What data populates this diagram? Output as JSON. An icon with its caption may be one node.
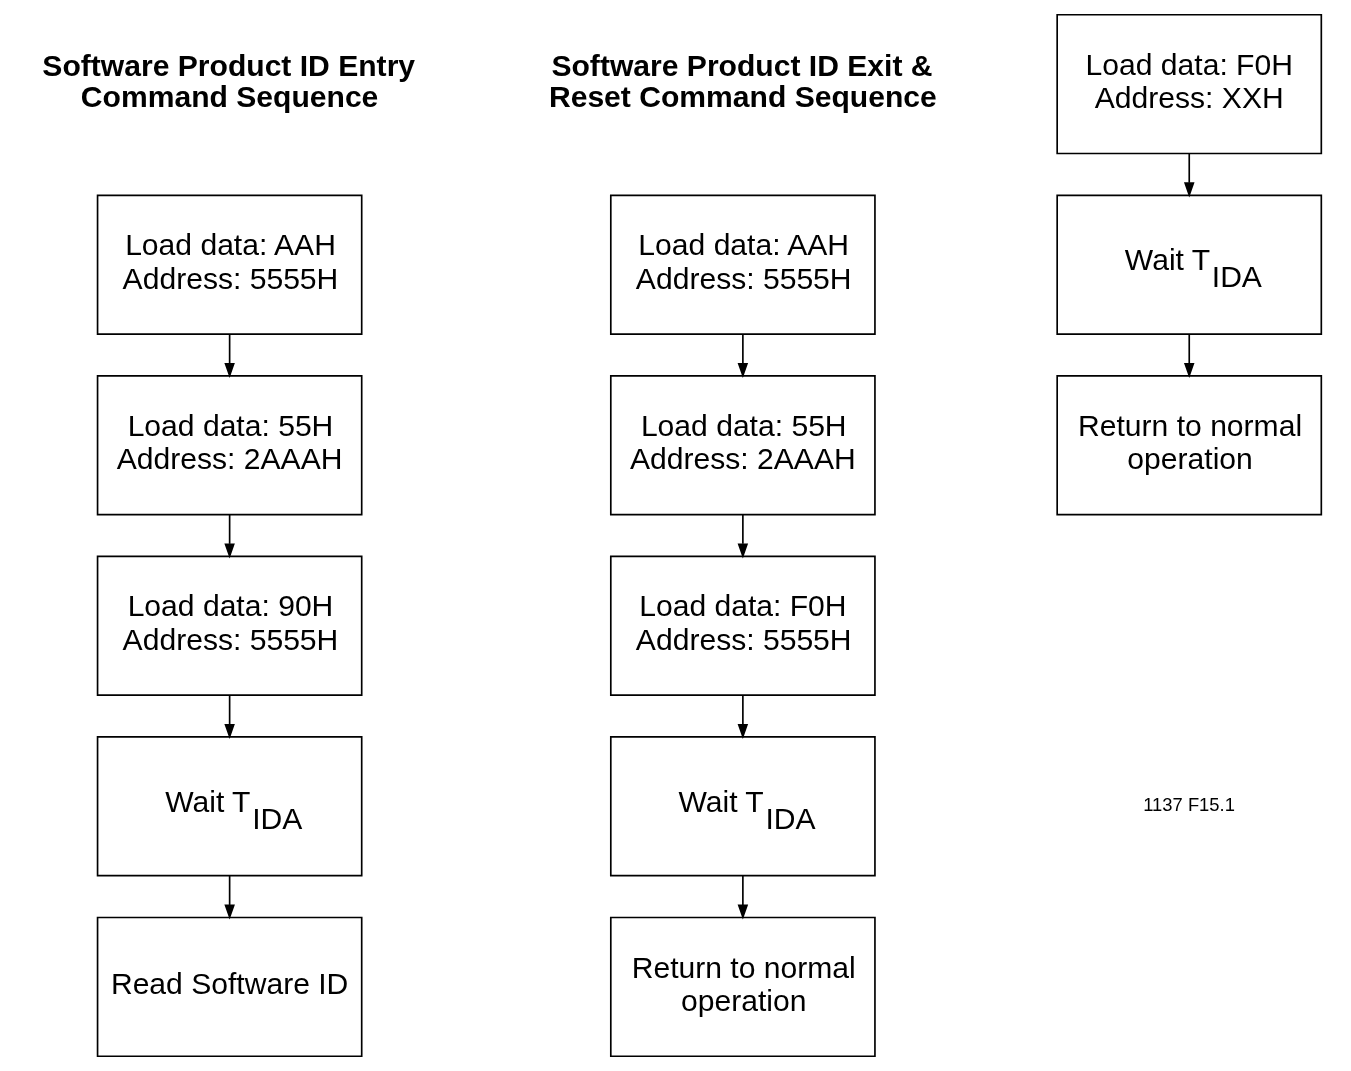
{
  "diagram": {
    "nodes": [
      {
        "text": [
          "Load data: AAH Address: 5555H"
        ]
      },
      {
        "text": [
          "Load data: 55H Address: 2AAAH"
        ]
      },
      {
        "text": [
          "Load data: 90H Address: 5555H"
        ]
      },
      {
        "text": [
          "Wait T$_{IDA}$"
        ]
      },
      {
        "text": [
          "Read Software ID"
        ]
      },
      {
        "text": [
          "Load data: AAH Address: 5555H"
        ]
      },
      {
        "text": [
          "Load data: 55H Address: 2AAAH"
        ]
      },
      {
        "text": [
          "Load data: F0H Address: 5555H"
        ]
      },
      {
        "text": [
          "Wait T$_{IDA}$"
        ]
      },
      {
        "text": [
          "Return to normal operation"
        ]
      },
      {
        "text": [
          "Load data: F0H Address: XXH"
        ]
      },
      {
        "text": [
          "Wait T$_{IDA}$"
        ]
      },
      {
        "text": [
          "Return to normal operation"
        ]
      }
    ],
    "edges": [
      {
        "from": 0,
        "to": 1,
        "arrow": "to"
      },
      {
        "from": 1,
        "to": 2,
        "arrow": "to"
      },
      {
        "from": 2,
        "to": 3,
        "arrow": "to"
      },
      {
        "from": 3,
        "to": 4,
        "arrow": "to"
      },
      {
        "from": 5,
        "to": 6,
        "arrow": "to"
      },
      {
        "from": 6,
        "to": 7,
        "arrow": "to"
      },
      {
        "from": 7,
        "to": 8,
        "arrow": "to"
      },
      {
        "from": 8,
        "to": 9,
        "arrow": "to"
      },
      {
        "from": 10,
        "to": 11,
        "arrow": "to"
      },
      {
        "from": 11,
        "to": 12,
        "arrow": "to"
      }
    ],
    "labels": [
      "Software Product ID Entry Command Sequence",
      "Software Product ID Exit & Reset Command Sequence",
      "1137 F15.1"
    ]
  }
}
